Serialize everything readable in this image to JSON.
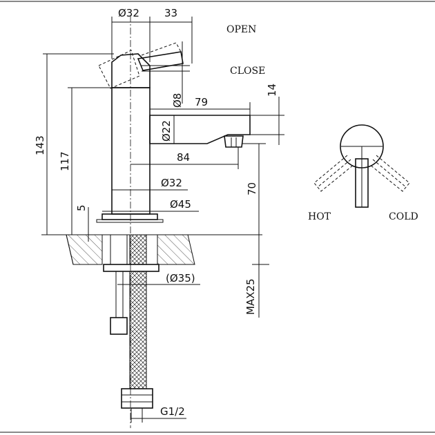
{
  "labels": {
    "open": "OPEN",
    "close": "CLOSE",
    "hot": "HOT",
    "cold": "COLD"
  },
  "dimensions": {
    "d32_top": "Ø32",
    "d33": "33",
    "d8": "Ø8",
    "d14": "14",
    "d79": "79",
    "d22": "Ø22",
    "d84": "84",
    "d32_body": "Ø32",
    "d45": "Ø45",
    "d5": "5",
    "d143": "143",
    "d117": "117",
    "d70": "70",
    "d35": "(Ø35)",
    "max25": "MAX25",
    "g12": "G1/2"
  }
}
